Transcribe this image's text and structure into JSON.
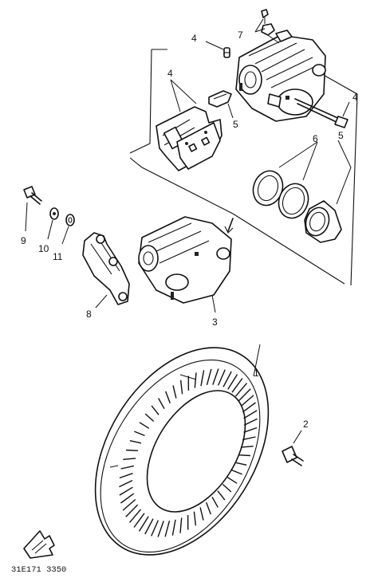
{
  "callouts": {
    "c1": "1",
    "c2": "2",
    "c3": "3",
    "c4a": "4",
    "c4b": "4",
    "c4c": "4",
    "c5a": "5",
    "c5b": "5",
    "c6": "6",
    "c7": "7",
    "c8": "8",
    "c9": "9",
    "c10": "10",
    "c11": "11"
  },
  "diagram_code": "31E171 3350",
  "icons": {
    "front": "front-direction-arrow-icon"
  }
}
